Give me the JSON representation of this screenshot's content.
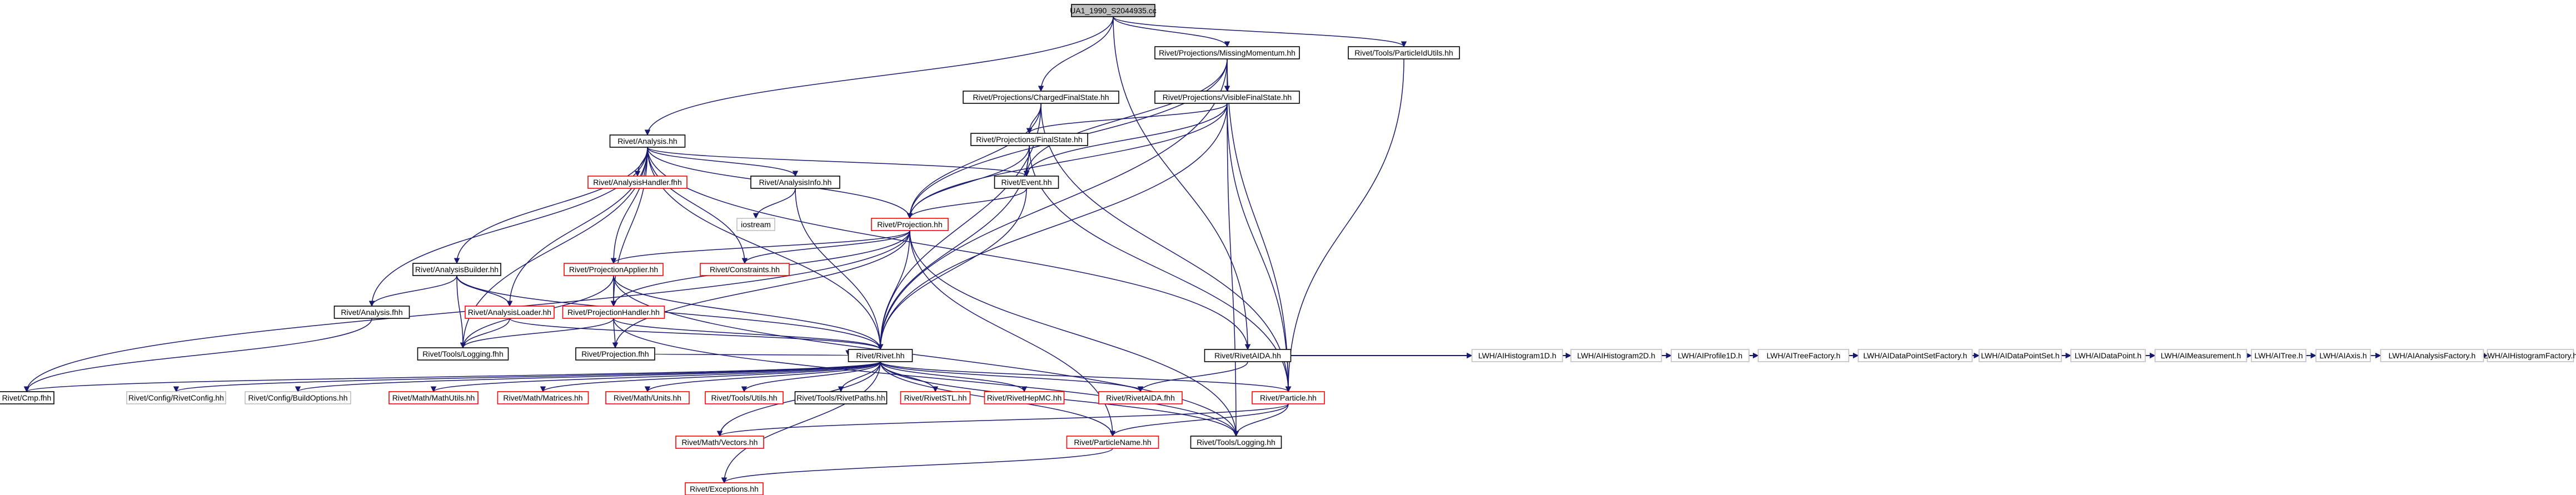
{
  "diagram": {
    "type": "include-dependency-graph",
    "nodes": [
      {
        "id": "root",
        "label": "UA1_1990_S2044935.cc",
        "style": "root"
      },
      {
        "id": "mm",
        "label": "Rivet/Projections/MissingMomentum.hh",
        "style": "normal"
      },
      {
        "id": "pu",
        "label": "Rivet/Tools/ParticleIdUtils.hh",
        "style": "normal"
      },
      {
        "id": "cfs",
        "label": "Rivet/Projections/ChargedFinalState.hh",
        "style": "normal"
      },
      {
        "id": "vfs",
        "label": "Rivet/Projections/VisibleFinalState.hh",
        "style": "normal"
      },
      {
        "id": "fs",
        "label": "Rivet/Projections/FinalState.hh",
        "style": "normal"
      },
      {
        "id": "ana",
        "label": "Rivet/Analysis.hh",
        "style": "normal"
      },
      {
        "id": "ahf",
        "label": "Rivet/AnalysisHandler.fhh",
        "style": "red"
      },
      {
        "id": "ainfo",
        "label": "Rivet/AnalysisInfo.hh",
        "style": "normal"
      },
      {
        "id": "ev",
        "label": "Rivet/Event.hh",
        "style": "normal"
      },
      {
        "id": "ios",
        "label": "iostream",
        "style": "gray"
      },
      {
        "id": "proj",
        "label": "Rivet/Projection.hh",
        "style": "red"
      },
      {
        "id": "papp",
        "label": "Rivet/ProjectionApplier.hh",
        "style": "red"
      },
      {
        "id": "cons",
        "label": "Rivet/Constraints.hh",
        "style": "red"
      },
      {
        "id": "ab",
        "label": "Rivet/AnalysisBuilder.hh",
        "style": "normal"
      },
      {
        "id": "af",
        "label": "Rivet/Analysis.fhh",
        "style": "normal"
      },
      {
        "id": "al",
        "label": "Rivet/AnalysisLoader.hh",
        "style": "red"
      },
      {
        "id": "ph",
        "label": "Rivet/ProjectionHandler.hh",
        "style": "red"
      },
      {
        "id": "tlf",
        "label": "Rivet/Tools/Logging.fhh",
        "style": "normal"
      },
      {
        "id": "pf",
        "label": "Rivet/Projection.fhh",
        "style": "normal"
      },
      {
        "id": "rivet",
        "label": "Rivet/Rivet.hh",
        "style": "normal"
      },
      {
        "id": "aida",
        "label": "Rivet/RivetAIDA.hh",
        "style": "normal"
      },
      {
        "id": "cmp",
        "label": "Rivet/Cmp.fhh",
        "style": "normal"
      },
      {
        "id": "cfg",
        "label": "Rivet/Config/RivetConfig.hh",
        "style": "gray"
      },
      {
        "id": "bo",
        "label": "Rivet/Config/BuildOptions.hh",
        "style": "gray"
      },
      {
        "id": "mmu",
        "label": "Rivet/Math/MathUtils.hh",
        "style": "red"
      },
      {
        "id": "mmat",
        "label": "Rivet/Math/Matrices.hh",
        "style": "red"
      },
      {
        "id": "munits",
        "label": "Rivet/Math/Units.hh",
        "style": "red"
      },
      {
        "id": "tu",
        "label": "Rivet/Tools/Utils.hh",
        "style": "red"
      },
      {
        "id": "trp",
        "label": "Rivet/Tools/RivetPaths.hh",
        "style": "normal"
      },
      {
        "id": "stl",
        "label": "Rivet/RivetSTL.hh",
        "style": "red"
      },
      {
        "id": "hepmc",
        "label": "Rivet/RivetHepMC.hh",
        "style": "red"
      },
      {
        "id": "aidaf",
        "label": "Rivet/RivetAIDA.fhh",
        "style": "red"
      },
      {
        "id": "part",
        "label": "Rivet/Particle.hh",
        "style": "red"
      },
      {
        "id": "mvec",
        "label": "Rivet/Math/Vectors.hh",
        "style": "red"
      },
      {
        "id": "pname",
        "label": "Rivet/ParticleName.hh",
        "style": "red"
      },
      {
        "id": "tlog",
        "label": "Rivet/Tools/Logging.hh",
        "style": "normal"
      },
      {
        "id": "exc",
        "label": "Rivet/Exceptions.hh",
        "style": "red"
      },
      {
        "id": "h1",
        "label": "LWH/AIHistogram1D.h",
        "style": "gray"
      },
      {
        "id": "h2",
        "label": "LWH/AIHistogram2D.h",
        "style": "gray"
      },
      {
        "id": "p1",
        "label": "LWH/AIProfile1D.h",
        "style": "gray"
      },
      {
        "id": "tf",
        "label": "LWH/AITreeFactory.h",
        "style": "gray"
      },
      {
        "id": "dpsf",
        "label": "LWH/AIDataPointSetFactory.h",
        "style": "gray"
      },
      {
        "id": "dps",
        "label": "LWH/AIDataPointSet.h",
        "style": "gray"
      },
      {
        "id": "dp",
        "label": "LWH/AIDataPoint.h",
        "style": "gray"
      },
      {
        "id": "meas",
        "label": "LWH/AIMeasurement.h",
        "style": "gray"
      },
      {
        "id": "tree",
        "label": "LWH/AITree.h",
        "style": "gray"
      },
      {
        "id": "axis",
        "label": "LWH/AIAxis.h",
        "style": "gray"
      },
      {
        "id": "anaf",
        "label": "LWH/AIAnalysisFactory.h",
        "style": "gray"
      },
      {
        "id": "hf",
        "label": "LWH/AIHistogramFactory.h",
        "style": "gray"
      }
    ],
    "edges": [
      [
        "root",
        "ana"
      ],
      [
        "root",
        "cfs"
      ],
      [
        "root",
        "mm"
      ],
      [
        "root",
        "pu"
      ],
      [
        "root",
        "aida"
      ],
      [
        "mm",
        "proj"
      ],
      [
        "mm",
        "vfs"
      ],
      [
        "mm",
        "ev"
      ],
      [
        "mm",
        "rivet"
      ],
      [
        "mm",
        "part"
      ],
      [
        "pu",
        "part"
      ],
      [
        "cfs",
        "fs"
      ],
      [
        "cfs",
        "proj"
      ],
      [
        "cfs",
        "rivet"
      ],
      [
        "cfs",
        "part"
      ],
      [
        "vfs",
        "fs"
      ],
      [
        "vfs",
        "proj"
      ],
      [
        "vfs",
        "ev"
      ],
      [
        "vfs",
        "rivet"
      ],
      [
        "vfs",
        "part"
      ],
      [
        "vfs",
        "tlog"
      ],
      [
        "fs",
        "ev"
      ],
      [
        "fs",
        "proj"
      ],
      [
        "fs",
        "rivet"
      ],
      [
        "fs",
        "part"
      ],
      [
        "ana",
        "ahf"
      ],
      [
        "ana",
        "ainfo"
      ],
      [
        "ana",
        "ev"
      ],
      [
        "ana",
        "proj"
      ],
      [
        "ana",
        "papp"
      ],
      [
        "ana",
        "cons"
      ],
      [
        "ana",
        "ab"
      ],
      [
        "ana",
        "af"
      ],
      [
        "ana",
        "al"
      ],
      [
        "ana",
        "tlf"
      ],
      [
        "ana",
        "rivet"
      ],
      [
        "ana",
        "aida"
      ],
      [
        "ana",
        "ph"
      ],
      [
        "ainfo",
        "ios"
      ],
      [
        "ainfo",
        "rivet"
      ],
      [
        "ev",
        "proj"
      ],
      [
        "ev",
        "rivet"
      ],
      [
        "proj",
        "papp"
      ],
      [
        "proj",
        "cons"
      ],
      [
        "proj",
        "ph"
      ],
      [
        "proj",
        "pf"
      ],
      [
        "proj",
        "rivet"
      ],
      [
        "proj",
        "cmp"
      ],
      [
        "proj",
        "pname"
      ],
      [
        "proj",
        "tlog"
      ],
      [
        "papp",
        "ph"
      ],
      [
        "papp",
        "tlf"
      ],
      [
        "papp",
        "rivet"
      ],
      [
        "papp",
        "tlog"
      ],
      [
        "ab",
        "af"
      ],
      [
        "ab",
        "al"
      ],
      [
        "ab",
        "tlf"
      ],
      [
        "ab",
        "rivet"
      ],
      [
        "af",
        "cmp"
      ],
      [
        "al",
        "tlf"
      ],
      [
        "al",
        "rivet"
      ],
      [
        "ph",
        "tlf"
      ],
      [
        "ph",
        "pf"
      ],
      [
        "ph",
        "rivet"
      ],
      [
        "ph",
        "tlog"
      ],
      [
        "pf",
        "rivet"
      ],
      [
        "rivet",
        "cmp"
      ],
      [
        "rivet",
        "cfg"
      ],
      [
        "rivet",
        "bo"
      ],
      [
        "rivet",
        "mmu"
      ],
      [
        "rivet",
        "mmat"
      ],
      [
        "rivet",
        "munits"
      ],
      [
        "rivet",
        "tu"
      ],
      [
        "rivet",
        "trp"
      ],
      [
        "rivet",
        "stl"
      ],
      [
        "rivet",
        "hepmc"
      ],
      [
        "rivet",
        "aidaf"
      ],
      [
        "rivet",
        "part"
      ],
      [
        "rivet",
        "mvec"
      ],
      [
        "rivet",
        "pname"
      ],
      [
        "rivet",
        "tlog"
      ],
      [
        "rivet",
        "exc"
      ],
      [
        "aida",
        "aidaf"
      ],
      [
        "aida",
        "h1"
      ],
      [
        "aida",
        "h2"
      ],
      [
        "aida",
        "p1"
      ],
      [
        "aida",
        "tf"
      ],
      [
        "aida",
        "dpsf"
      ],
      [
        "aida",
        "dps"
      ],
      [
        "aida",
        "dp"
      ],
      [
        "aida",
        "meas"
      ],
      [
        "aida",
        "tree"
      ],
      [
        "aida",
        "axis"
      ],
      [
        "aida",
        "anaf"
      ],
      [
        "aida",
        "hf"
      ],
      [
        "part",
        "mvec"
      ],
      [
        "part",
        "pname"
      ],
      [
        "part",
        "tlog"
      ],
      [
        "pname",
        "exc"
      ]
    ],
    "colors": {
      "edge": "#191970",
      "normal_border": "#000000",
      "red_border": "#ff0000",
      "gray_border": "#bfbfbf",
      "root_fill": "#bfbfbf",
      "text": "#000000"
    }
  }
}
